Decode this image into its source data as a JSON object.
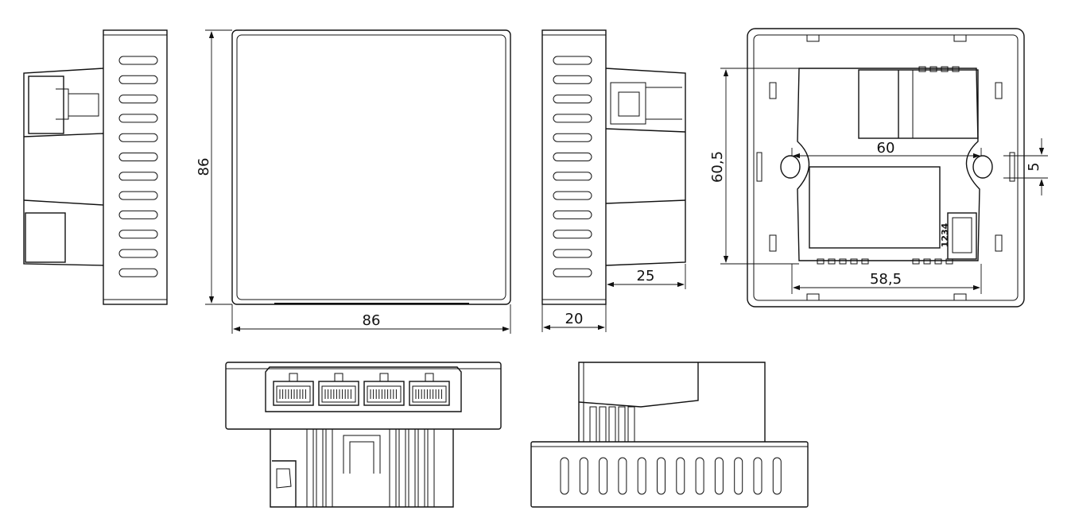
{
  "dimensions": {
    "front_height": "86",
    "front_width": "86",
    "side_depth_back": "25",
    "side_depth_front": "20",
    "rear_hole_spacing": "60",
    "rear_height": "60,5",
    "rear_slot": "5",
    "rear_width": "58,5"
  },
  "terminal_label": "1234"
}
